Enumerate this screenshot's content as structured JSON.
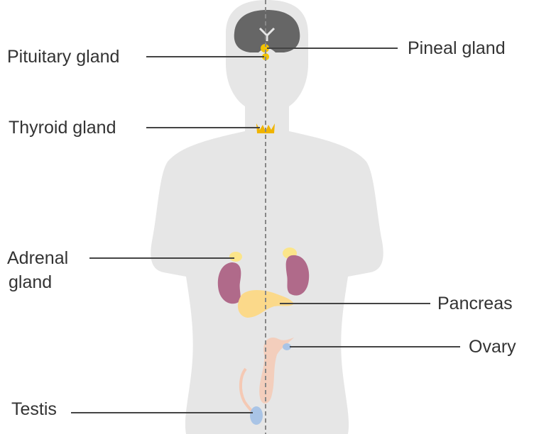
{
  "labels": {
    "pituitary": "Pituitary gland",
    "pineal": "Pineal gland",
    "thyroid": "Thyroid gland",
    "adrenal_line1": "Adrenal",
    "adrenal_line2": "gland",
    "pancreas": "Pancreas",
    "ovary": "Ovary",
    "testis": "Testis"
  },
  "colors": {
    "body": "#e6e6e6",
    "brain": "#666666",
    "midline": "#888888",
    "leader_line": "#444444",
    "pineal_pituitary": "#f2c200",
    "thyroid": "#f0b400",
    "adrenal": "#fbe58a",
    "kidney": "#b06a8a",
    "pancreas": "#fbd98a",
    "reproductive": "#f5c9b4",
    "ovary": "#a9c4e6",
    "testis": "#a9c4e6",
    "text": "#333333"
  }
}
